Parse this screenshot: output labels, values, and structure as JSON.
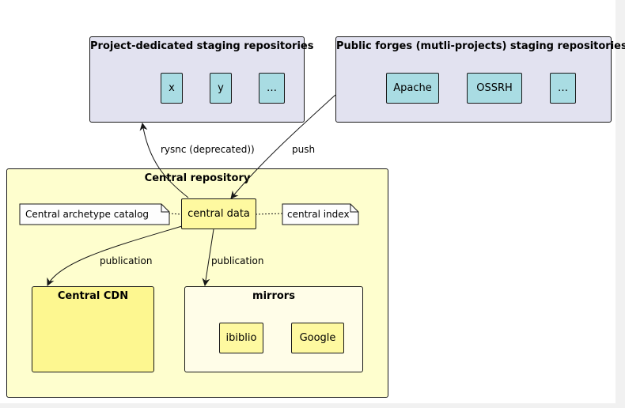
{
  "packages": {
    "project_staging": {
      "title": "Project-dedicated staging repositories",
      "nodes": [
        "x",
        "y",
        "…"
      ]
    },
    "public_forges": {
      "title": "Public forges (mutli-projects) staging repositories",
      "nodes": [
        "Apache",
        "OSSRH",
        "…"
      ]
    },
    "central": {
      "title": "Central repository"
    },
    "cdn": {
      "title": "Central CDN"
    },
    "mirrors": {
      "title": "mirrors",
      "nodes": [
        "ibiblio",
        "Google"
      ]
    }
  },
  "central_data": "central data",
  "notes": {
    "archetype": "Central archetype catalog",
    "index": "central index"
  },
  "edges": {
    "rsync": "rysnc (deprecated))",
    "push": "push",
    "publication_cdn": "publication",
    "publication_mirrors": "publication"
  },
  "colors": {
    "staging_bg": "#e2e2f0",
    "node_blue": "#a9dce3",
    "central_bg": "#fefece",
    "yellow_node": "#fef9a0",
    "cdn_bg": "#fdf790",
    "mirrors_bg": "#fffde8",
    "note_bg": "#fdfdfd"
  }
}
